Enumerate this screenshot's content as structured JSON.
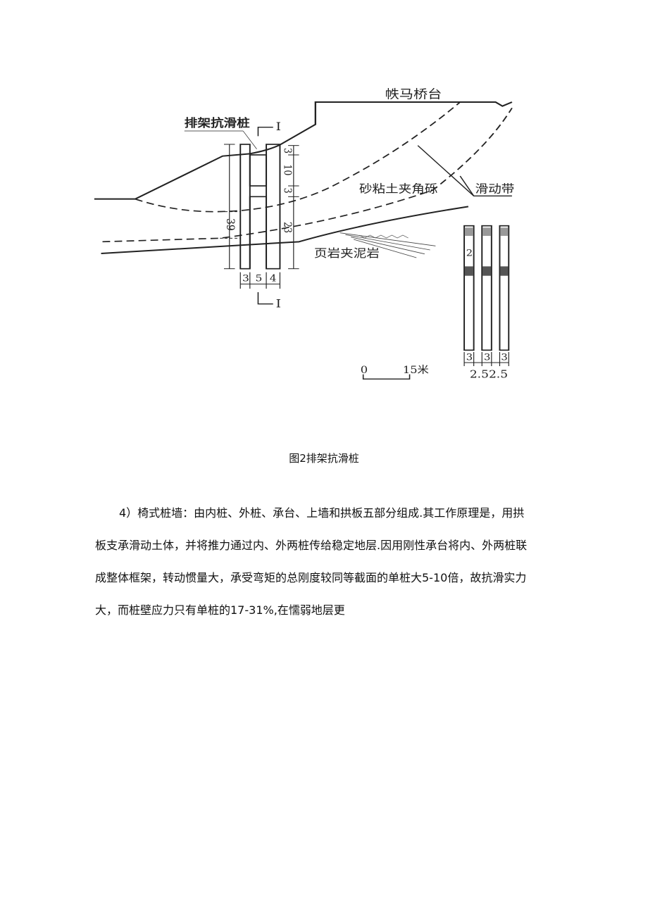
{
  "figure": {
    "labels": {
      "bridge_abutment": "帙马桥台",
      "pile_name": "排架抗滑桩",
      "section_mark_top": "I",
      "section_mark_bottom": "I",
      "sandy_clay": "砂粘土夹角砾",
      "slip_zone": "滑动带",
      "shale": "页岩夹泥岩",
      "dim_total": "39",
      "dim_right": [
        "3",
        "10",
        "3",
        "23"
      ],
      "dim_bottom": [
        "3",
        "5",
        "4"
      ],
      "section_mid_label": "2",
      "section_dims": [
        "3",
        "3",
        "3"
      ],
      "section_spacing": [
        "2.5",
        "2.5"
      ],
      "scale_start": "0",
      "scale_end": "15米"
    }
  },
  "caption": "图2排架抗滑桩",
  "paragraph": {
    "lines": [
      "4）椅式桩墙：由内桩、外桩、承台、上墙和拱板五部分组成.其工作原理是，用拱",
      "板支承滑动土体，并将推力通过内、外两桩传给稳定地层.因用刚性承台将内、外两桩联",
      "成整体框架，转动惯量大，承受弯矩的总刚度较同等截面的单桩大5-10倍，故抗滑实力",
      "大，而桩壁应力只有单桩的17-31%,在懦弱地层更"
    ]
  }
}
